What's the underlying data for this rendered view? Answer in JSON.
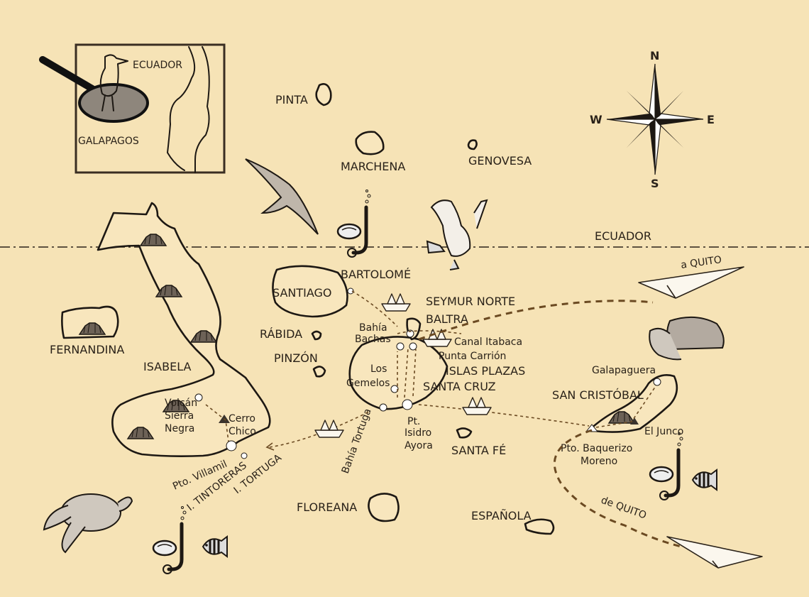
{
  "map": {
    "background_color": "#f6e3b6",
    "ink_color": "#2a2219",
    "route_color": "#6b4a22",
    "equator_label": "ECUADOR",
    "compass": {
      "north": "N",
      "south": "S",
      "east": "E",
      "west": "W"
    },
    "inset": {
      "country_label": "ECUADOR",
      "islands_label": "GALAPAGOS"
    },
    "islands": {
      "pinta": "PINTA",
      "marchena": "MARCHENA",
      "genovesa": "GENOVESA",
      "fernandina": "FERNANDINA",
      "isabela": "ISABELA",
      "santiago": "SANTIAGO",
      "rabida": "RÁBIDA",
      "pinzon": "PINZÓN",
      "bartolome": "BARTOLOMÉ",
      "seymour_norte": "SEYMUR NORTE",
      "baltra": "BALTRA",
      "islas_plazas": "ISLAS PLAZAS",
      "santa_cruz": "SANTA CRUZ",
      "santa_fe": "SANTA FÉ",
      "san_cristobal": "SAN CRISTÓBAL",
      "floreana": "FLOREANA",
      "espanola": "ESPAÑOLA",
      "tintoreras": "I. TINTORERAS",
      "tortuga": "I. TORTUGA"
    },
    "places": {
      "bahia_bachas_1": "Bahía",
      "bahia_bachas_2": "Bachas",
      "canal_itabaca": "Canal Itabaca",
      "punta_carrion": "Punta Carrión",
      "los_gemelos_1": "Los",
      "los_gemelos_2": "Gemelos",
      "pt_isidro_1": "Pt.",
      "pt_isidro_2": "Isidro",
      "pt_isidro_3": "Ayora",
      "bahia_tortuga": "Bahía Tortuga",
      "volcan_1": "Volcán",
      "volcan_2": "Sierra",
      "volcan_3": "Negra",
      "cerro_chico_1": "Cerro",
      "cerro_chico_2": "Chico",
      "pto_villamil": "Pto. Villamil",
      "galapaguera": "Galapaguera",
      "el_junco": "El Junco",
      "pto_baquerizo_1": "Pto. Baquerizo",
      "pto_baquerizo_2": "Moreno"
    },
    "flights": {
      "to_quito": "a QUITO",
      "from_quito": "de QUITO"
    }
  }
}
